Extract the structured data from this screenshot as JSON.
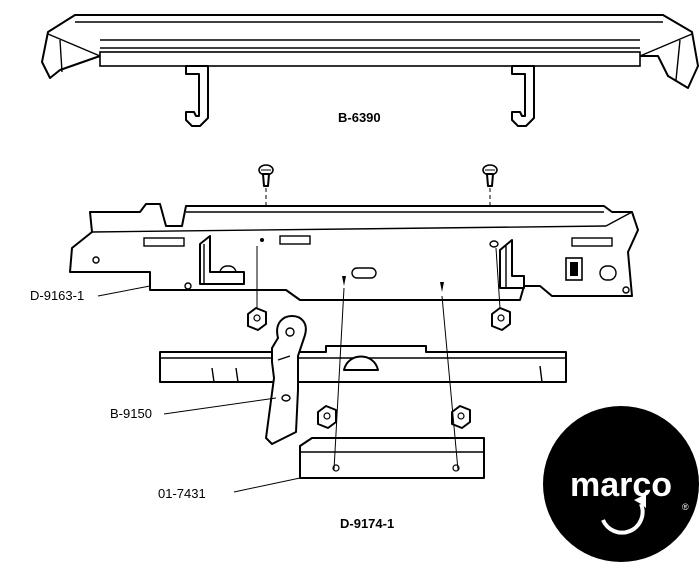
{
  "labels": {
    "top_bracket": "B-6390",
    "main_plate": "D-9163-1",
    "lever": "B-9150",
    "block": "01-7431",
    "bottom_assembly": "D-9174-1"
  },
  "logo": {
    "text": "marco",
    "trademark": "®",
    "colors": {
      "circle": "#000000",
      "text": "#ffffff"
    }
  }
}
